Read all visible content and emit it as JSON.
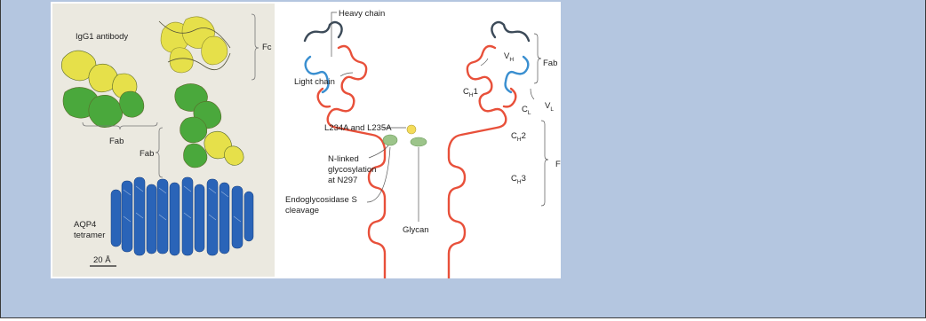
{
  "panel_a": {
    "antibody_label": "IgG1 antibody",
    "fc_label": "Fc",
    "fab_label_lower": "Fab",
    "fab_label_upper": "Fab",
    "aqp4_line1": "AQP4",
    "aqp4_line2": "tetramer",
    "scale_bar": "20 Å"
  },
  "panel_b": {
    "heavy_chain": "Heavy chain",
    "light_chain": "Light chain",
    "mutation": "L234A and L235A",
    "glyco_line1": "N-linked",
    "glyco_line2": "glycosylation",
    "glyco_line3": "at N297",
    "endo_line1": "Endoglycosidase S",
    "endo_line2": "cleavage",
    "glycan": "Glycan",
    "fab": "Fab",
    "fc": "Fc",
    "v": "V",
    "c": "C",
    "h": "H",
    "l": "L",
    "c1": "1",
    "c2": "2",
    "c3": "3"
  },
  "colors": {
    "heavy_red": "#e8503a",
    "light_blue": "#3a8fd0",
    "variable_dark": "#3c4a58",
    "glycan_green": "#9cc48a",
    "mutation_yellow": "#f4dc5a",
    "protein_yellow": "#e6e04a",
    "protein_green": "#4aa83c",
    "protein_blue": "#2a64b8",
    "background": "#b4c6e0"
  }
}
